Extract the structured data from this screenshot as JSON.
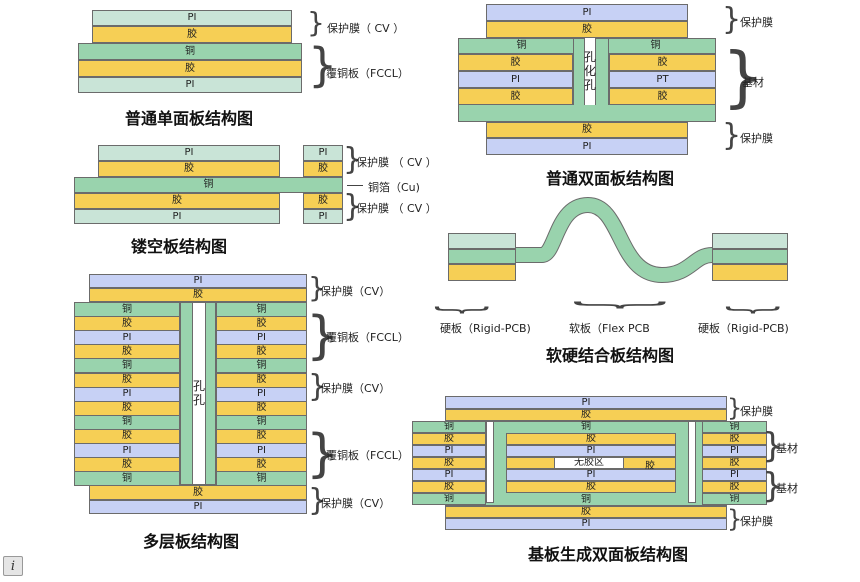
{
  "diagram_data": {
    "material_colors": {
      "PI": "#c7d1f5",
      "PI_textured": "#c9e4d7",
      "glue": "#f6cf55",
      "copper": "#99d3ad"
    },
    "single_sided": {
      "title": "普通单面板结构图",
      "layers": [
        "PI",
        "胶",
        "铜",
        "胶",
        "PI"
      ],
      "labels": {
        "protective_film": "保护膜（ CV ）",
        "copper_clad": "覆铜板（FCCL）"
      }
    },
    "double_sided": {
      "title": "普通双面板结构图",
      "top_layers": [
        "PI",
        "胶"
      ],
      "copper": "铜",
      "base_left": [
        "胶",
        "PI",
        "胶"
      ],
      "base_right": [
        "胶",
        "PT",
        "胶"
      ],
      "bottom_layers": [
        "胶",
        "PI"
      ],
      "hole_text": [
        "孔",
        "化",
        "孔"
      ],
      "labels": {
        "protective_top": "保护膜",
        "base": "基材",
        "protective_bottom": "保护膜"
      }
    },
    "hollow": {
      "title": "镂空板结构图",
      "layers": [
        "PI",
        "胶",
        "铜",
        "胶",
        "PI"
      ],
      "labels": {
        "protective_top": "保护膜 （ CV ）",
        "copper_foil": "铜箔（Cu)",
        "protective_bottom": "保护膜 （ CV ）"
      }
    },
    "rigid_flex": {
      "title": "软硬结合板结构图",
      "labels": {
        "rigid_left": "硬板（Rigid-PCB)",
        "flex": "软板（Flex PCB",
        "rigid_right": "硬板（Rigid-PCB)"
      }
    },
    "multilayer": {
      "title": "多层板结构图",
      "rows": [
        "PI",
        "胶",
        "铜",
        "胶",
        "PI",
        "胶",
        "铜",
        "胶",
        "PI",
        "胶",
        "铜",
        "胶",
        "PI",
        "胶",
        "铜",
        "胶",
        "PI"
      ],
      "hole_text": [
        "孔",
        "孔"
      ],
      "labels": {
        "protective_top": "保护膜（CV）",
        "fccl_1": "覆铜板（FCCL）",
        "protective_mid": "保护膜（CV）",
        "fccl_2": "覆铜板（FCCL）",
        "protective_bottom": "保护膜（CV）"
      }
    },
    "substrate_double": {
      "title": "基板生成双面板结构图",
      "top_layers": [
        "PI",
        "胶",
        "铜"
      ],
      "side_rows": [
        "铜",
        "胶",
        "PI",
        "胶",
        "PI",
        "胶",
        "铜"
      ],
      "center_rows": [
        "胶",
        "PI",
        "无胶区",
        "PI",
        "胶"
      ],
      "center_glue": "胶",
      "bottom_layers": [
        "铜",
        "胶",
        "PI"
      ],
      "labels": {
        "protective_top": "保护膜",
        "base_1": "基材",
        "base_2": "基材",
        "protective_bottom": "保护膜"
      }
    }
  },
  "ui": {
    "info_icon": "i"
  }
}
